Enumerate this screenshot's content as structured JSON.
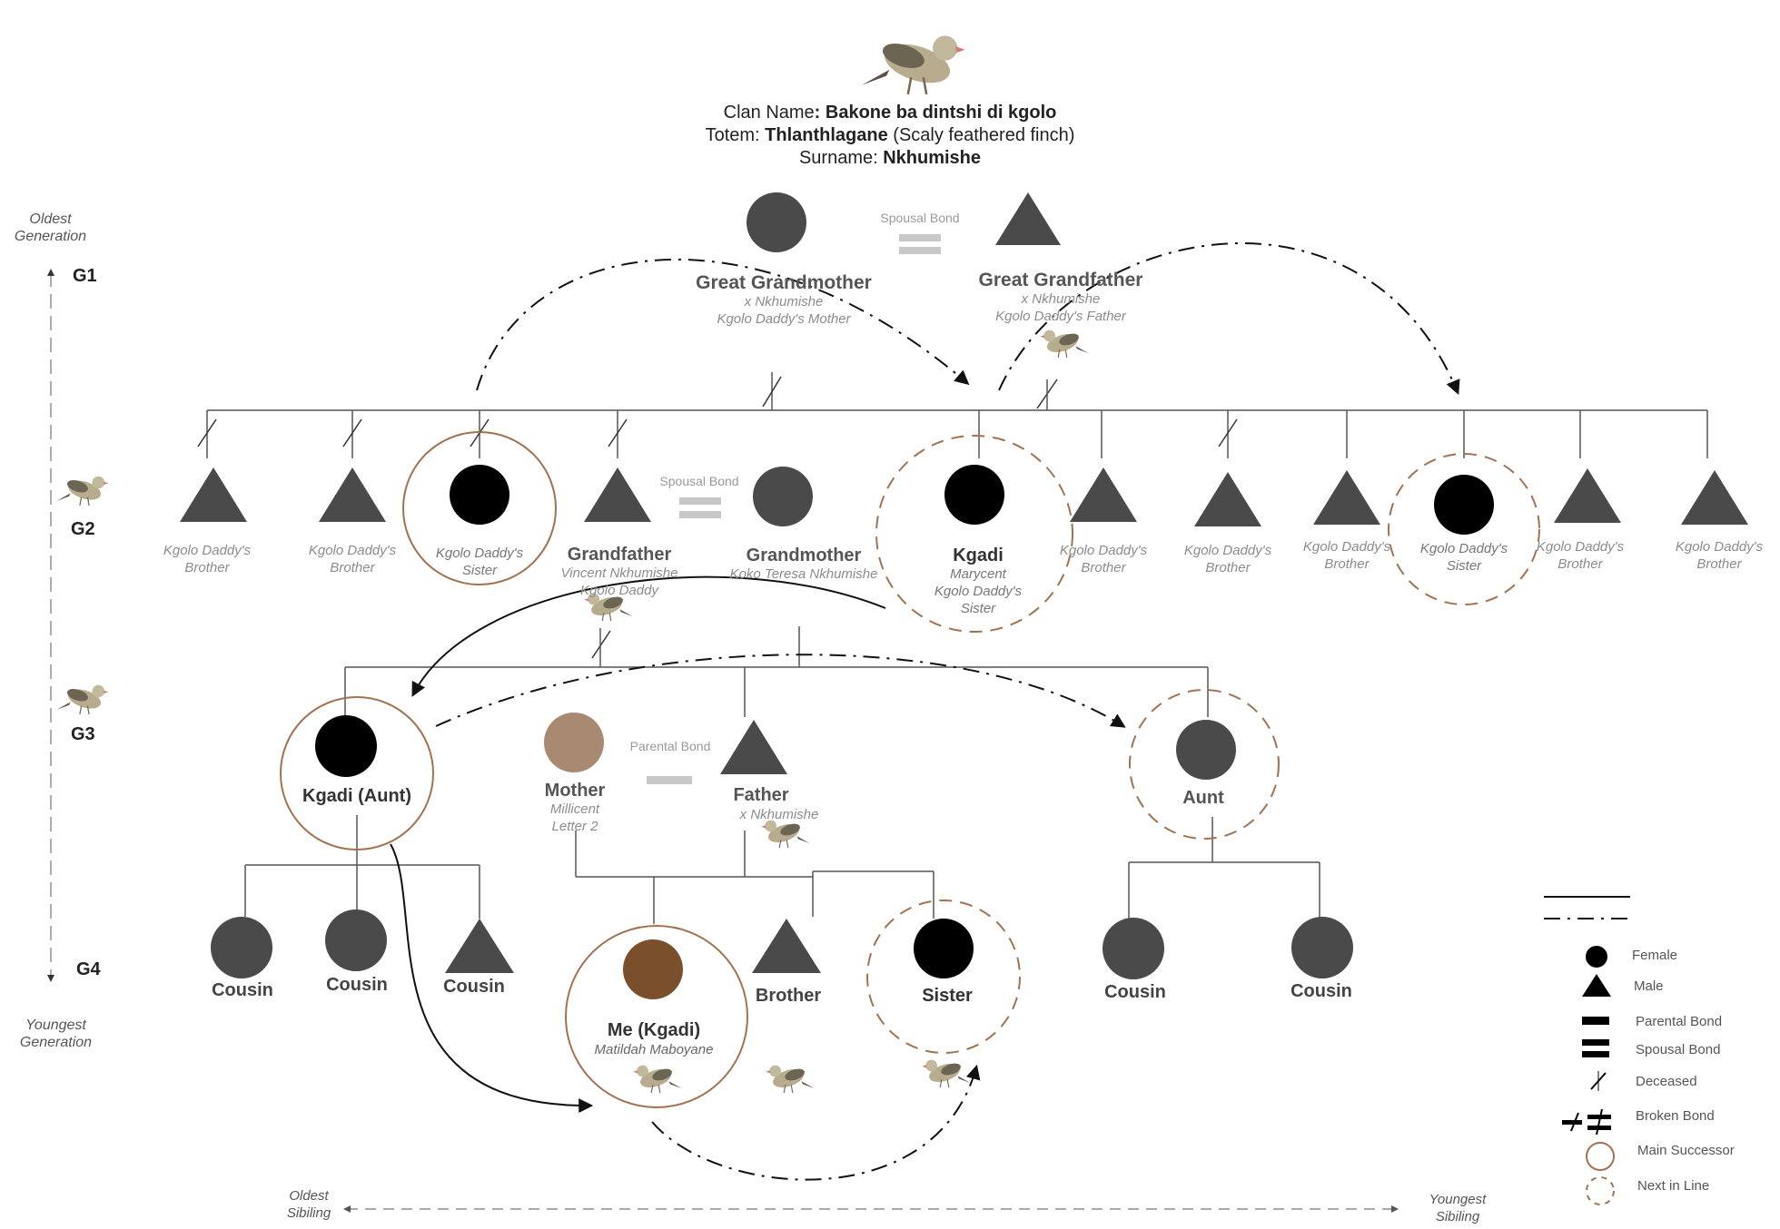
{
  "header": {
    "clan_label": "Clan Name",
    "clan_value": ": Bakone ba dintshi di kgolo",
    "totem_label": "Totem: ",
    "totem_value": "Thlanthlagane",
    "totem_note": " (Scaly feathered finch)",
    "surname_label": "Surname: ",
    "surname_value": "Nkhumishe"
  },
  "generations": {
    "oldest_note": "Oldest Generation",
    "youngest_note": "Youngest Generation",
    "g1": "G1",
    "g2": "G2",
    "g3": "G3",
    "g4": "G4"
  },
  "siblings_axis": {
    "oldest": "Oldest Sibiling",
    "youngest": "Youngest Sibiling"
  },
  "bond_labels": {
    "spousal_g1": "Spousal Bond",
    "spousal_g2": "Spousal Bond",
    "parental_g3": "Parental Bond"
  },
  "g1": {
    "great_grandmother": {
      "name": "Great Grandmother",
      "line1": "x Nkhumishe",
      "line2": "Kgolo Daddy's Mother"
    },
    "great_grandfather": {
      "name": "Great Grandfather",
      "line1": "x Nkhumishe",
      "line2": "Kgolo Daddy's Father"
    }
  },
  "g2": {
    "sib1": "Kgolo Daddy's Brother",
    "sib2": "Kgolo Daddy's Brother",
    "sib3": "Kgolo Daddy's Sister",
    "grandfather": {
      "name": "Grandfather",
      "line1": "Vincent Nkhumishe",
      "line2": "Kgolo Daddy"
    },
    "grandmother": {
      "name": "Grandmother",
      "line1": "Koko Teresa Nkhumishe"
    },
    "kgadi": {
      "name": "Kgadi",
      "line1": "Marycent",
      "line2": "Kgolo Daddy's",
      "line3": "Sister"
    },
    "sib7": "Kgolo Daddy's Brother",
    "sib8": "Kgolo Daddy's Brother",
    "sib9": "Kgolo Daddy's Brother",
    "sib10": "Kgolo Daddy's Sister",
    "sib11": "Kgolo Daddy's Brother",
    "sib12": "Kgolo Daddy's Brother"
  },
  "g3": {
    "kgadi_aunt": "Kgadi (Aunt)",
    "mother": {
      "name": "Mother",
      "line1": "Millicent",
      "line2": "Letter 2"
    },
    "father": {
      "name": "Father",
      "line1": "x Nkhumishe"
    },
    "aunt": "Aunt"
  },
  "g4": {
    "cousin1": "Cousin",
    "cousin2": "Cousin",
    "cousin3": "Cousin",
    "me": {
      "name": "Me (Kgadi)",
      "line1": "Matildah Maboyane"
    },
    "brother": "Brother",
    "sister": "Sister",
    "cousin4": "Cousin",
    "cousin5": "Cousin"
  },
  "legend": {
    "female": "Female",
    "male": "Male",
    "parental": "Parental Bond",
    "spousal": "Spousal Bond",
    "deceased": "Deceased",
    "broken": "Broken Bond",
    "main": "Main Successor",
    "next": "Next in Line"
  },
  "colors": {
    "dark_grey": "#4a4a4a",
    "black": "#000000",
    "successor_brown": "#a27250",
    "mother_tan": "#a88a72",
    "me_brown": "#7a4f2c",
    "bond_grey": "#c8c8c8"
  },
  "icons": [
    "finch-icon",
    "female-circle-icon",
    "male-triangle-icon",
    "deceased-slash-icon"
  ]
}
